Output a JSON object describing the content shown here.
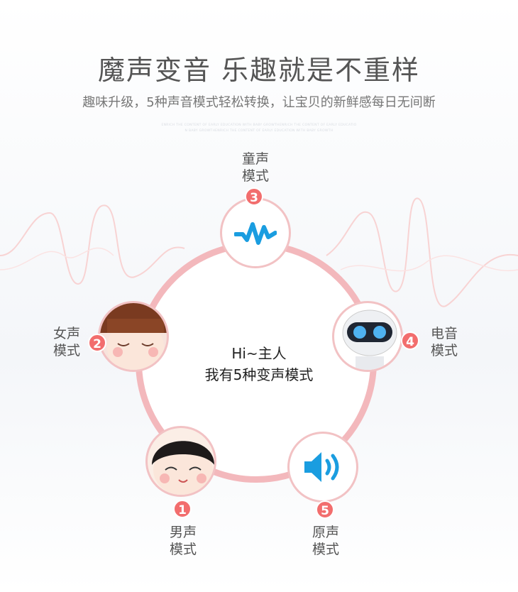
{
  "title": "魔声变音 乐趣就是不重样",
  "subtitle": "趣味升级，5种声音模式轻松转换，让宝贝的新鲜感每日无间断",
  "tiny_line1": "ENRICH THE CONTENT OF EARLY EDUCATION WITH BABY GROWTHENRICH THE CONTENT OF EARLY EDUCATIO",
  "tiny_line2": "N BABY GROWTHENRICH THE CONTENT OF EARLY EDUCATION WITH BABY GROWTH",
  "center": {
    "line1": "Hi~主人",
    "line2": "我有5种变声模式"
  },
  "modes": [
    {
      "num": "1",
      "l1": "男声",
      "l2": "模式"
    },
    {
      "num": "2",
      "l1": "女声",
      "l2": "模式"
    },
    {
      "num": "3",
      "l1": "童声",
      "l2": "模式"
    },
    {
      "num": "4",
      "l1": "电音",
      "l2": "模式"
    },
    {
      "num": "5",
      "l1": "原声",
      "l2": "模式"
    }
  ],
  "colors": {
    "accent": "#f26d6d",
    "ring": "#f3b8bc",
    "icon": "#1a9de0"
  }
}
